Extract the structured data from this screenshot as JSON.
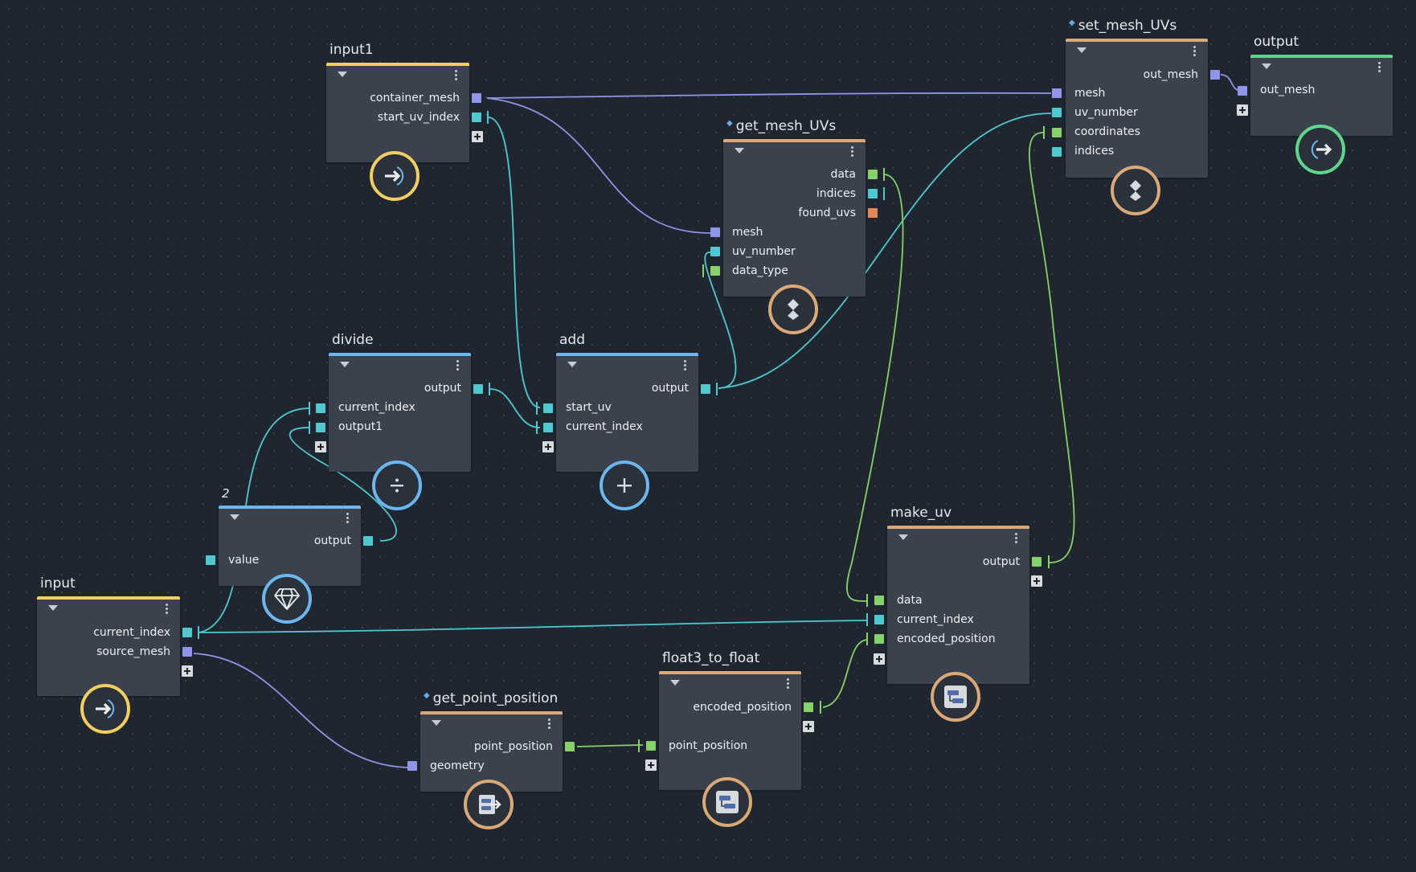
{
  "colors": {
    "background": "#20262f",
    "node_body": "#3b424d",
    "mesh_port": "#8f95e8",
    "int_port": "#4fc9cf",
    "vector_port": "#86d16b",
    "bool_port": "#e0885a",
    "input_accent": "#f2cf63",
    "output_accent": "#5fd68d",
    "math_accent": "#6bb8f0",
    "compound_accent": "#dba877"
  },
  "nodes": {
    "input1": {
      "title": "input1",
      "ports": {
        "container_mesh": "container_mesh",
        "start_uv_index": "start_uv_index"
      },
      "icon": "arrow-right-icon"
    },
    "set_mesh_uvs": {
      "title": "set_mesh_UVs",
      "ports": {
        "out_mesh": "out_mesh",
        "mesh": "mesh",
        "uv_number": "uv_number",
        "coordinates": "coordinates",
        "indices": "indices"
      },
      "icon": "diamond-icon"
    },
    "output": {
      "title": "output",
      "ports": {
        "out_mesh": "out_mesh"
      },
      "icon": "arrow-right-icon"
    },
    "get_mesh_uvs": {
      "title": "get_mesh_UVs",
      "ports": {
        "data": "data",
        "indices": "indices",
        "found_uvs": "found_uvs",
        "mesh": "mesh",
        "uv_number": "uv_number",
        "data_type": "data_type"
      },
      "icon": "diamond-icon"
    },
    "divide": {
      "title": "divide",
      "ports": {
        "output": "output",
        "current_index": "current_index",
        "output1": "output1"
      },
      "icon": "divide-icon"
    },
    "add": {
      "title": "add",
      "ports": {
        "output": "output",
        "start_uv": "start_uv",
        "current_index": "current_index"
      },
      "icon": "plus-icon"
    },
    "constant": {
      "title": "2",
      "ports": {
        "output": "output",
        "value": "value"
      },
      "icon": "gem-icon"
    },
    "input": {
      "title": "input",
      "ports": {
        "current_index": "current_index",
        "source_mesh": "source_mesh"
      },
      "icon": "arrow-right-icon"
    },
    "make_uv": {
      "title": "make_uv",
      "ports": {
        "output": "output",
        "data": "data",
        "current_index": "current_index",
        "encoded_position": "encoded_position"
      },
      "icon": "compound-icon"
    },
    "float3_to_float": {
      "title": "float3_to_float",
      "ports": {
        "encoded_position": "encoded_position",
        "point_position": "point_position"
      },
      "icon": "compound-icon"
    },
    "get_point_position": {
      "title": "get_point_position",
      "ports": {
        "point_position": "point_position",
        "geometry": "geometry"
      },
      "icon": "compound-out-icon"
    }
  }
}
